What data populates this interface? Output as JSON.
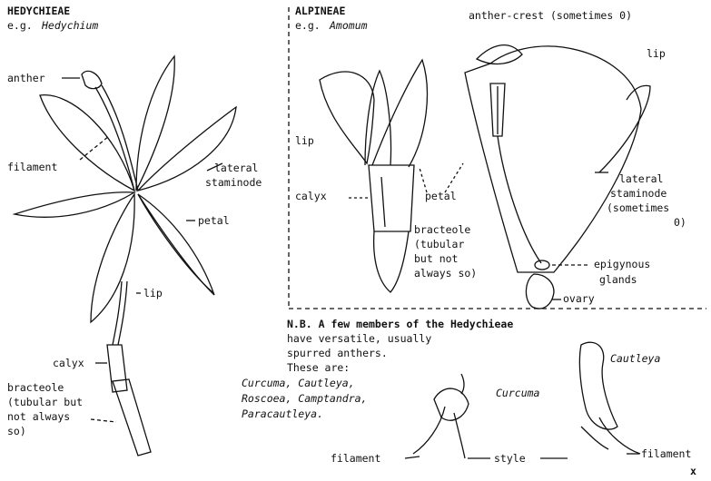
{
  "hedychieae": {
    "title": "HEDYCHIEAE",
    "example_prefix": "e.g.",
    "example_genus": "Hedychium",
    "labels": {
      "anther": "anther",
      "filament": "filament",
      "lateral_staminode_1": "lateral",
      "lateral_staminode_2": "staminode",
      "petal": "petal",
      "lip": "lip",
      "calyx": "calyx",
      "bracteole_1": "bracteole",
      "bracteole_2": "(tubular but",
      "bracteole_3": "not always",
      "bracteole_4": "so)"
    }
  },
  "alpineae": {
    "title": "ALPINEAE",
    "example_prefix": "e.g.",
    "example_genus": "Amomum",
    "labels": {
      "anther_crest": "anther-crest (sometimes 0)",
      "lip_top": "lip",
      "lip_left": "lip",
      "calyx": "calyx",
      "petal": "petal",
      "bracteole_1": "bracteole",
      "bracteole_2": "(tubular",
      "bracteole_3": "but not",
      "bracteole_4": "always so)",
      "lateral_1": "lateral",
      "lateral_2": "staminode",
      "lateral_3": "(sometimes",
      "lateral_4": "0)",
      "epigynous_1": "epigynous",
      "epigynous_2": "glands",
      "ovary": "ovary"
    }
  },
  "note": {
    "line1": "N.B. A few members of the Hedychieae",
    "line2": "have versatile, usually",
    "line3": "spurred anthers.",
    "line4": "These are:",
    "genera1": "Curcuma, Cautleya,",
    "genera2": "Roscoea, Camptandra,",
    "genera3": "Paracautleya."
  },
  "bottom": {
    "curcuma": "Curcuma",
    "cautleya": "Cautleya",
    "filament_left": "filament",
    "style": "style",
    "filament_right": "filament",
    "corner": "x"
  }
}
